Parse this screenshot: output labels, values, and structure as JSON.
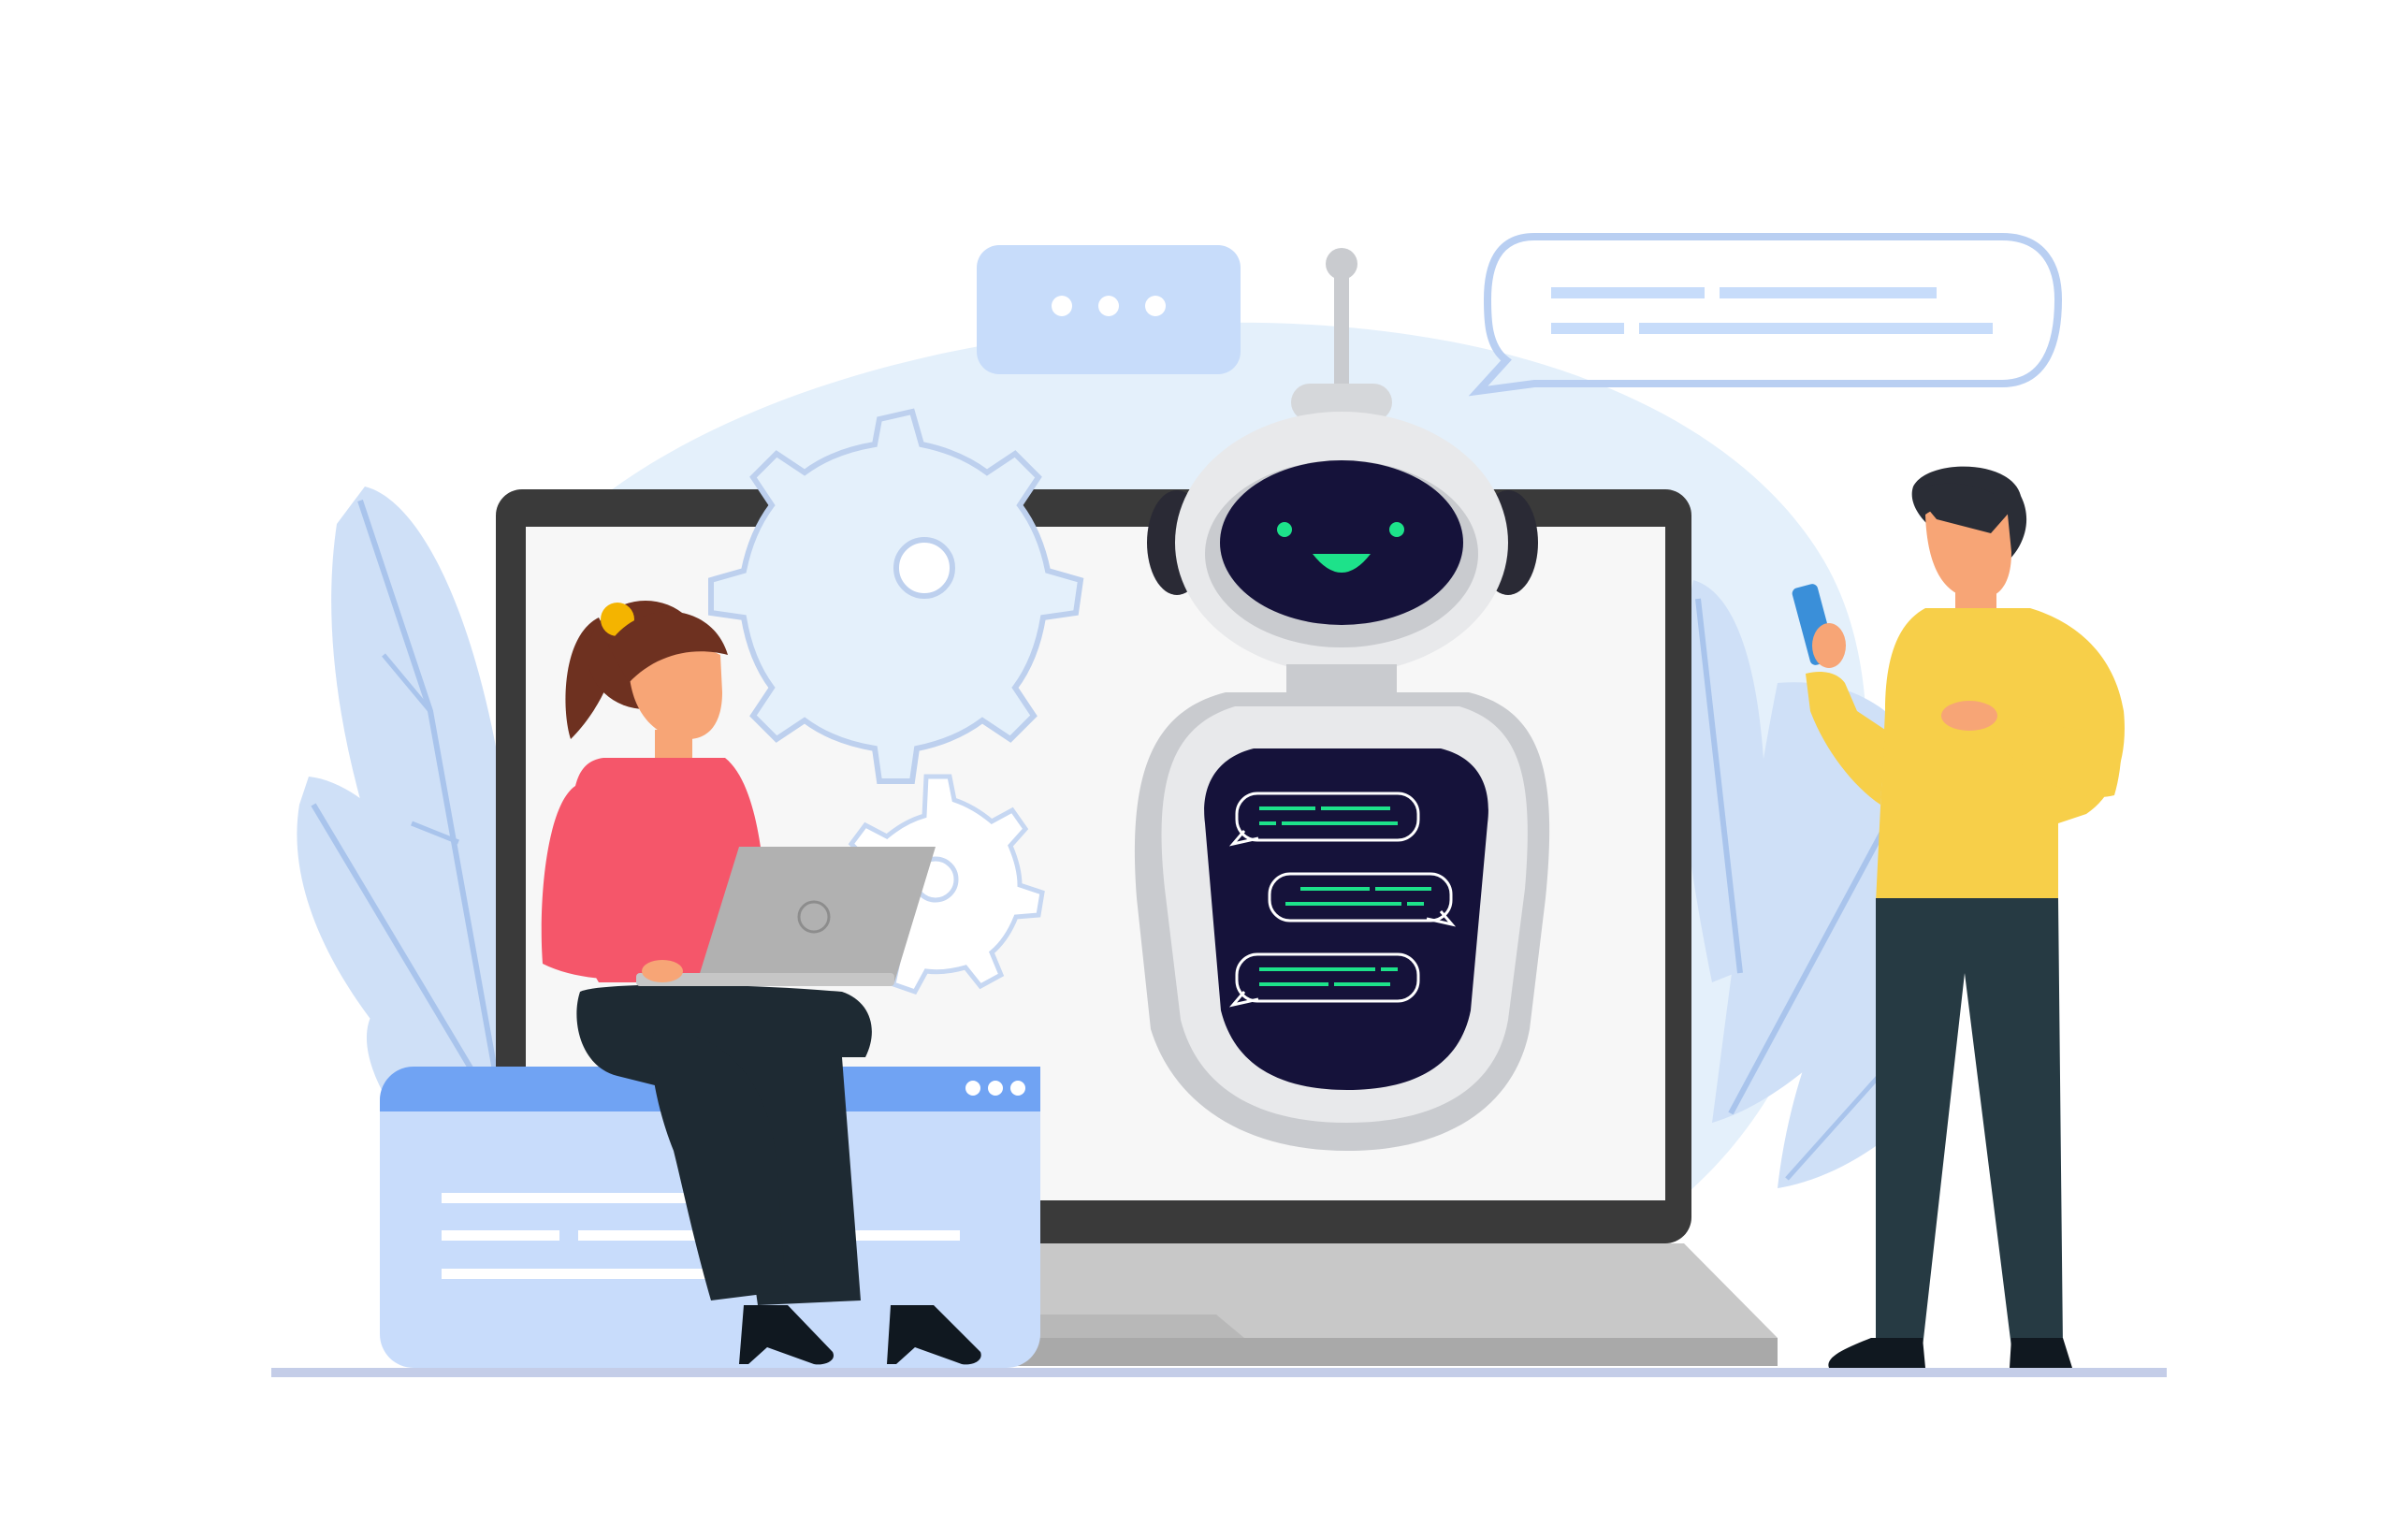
{
  "illustration": {
    "subject": "chatbot",
    "figures": [
      "woman-with-laptop",
      "robot",
      "man-with-phone"
    ]
  },
  "colors": {
    "background": "#ffffff",
    "background_blob": "#e4f0fb",
    "leaf": "#cfe0f7",
    "leaf_vein": "#a9c4ec",
    "laptop_frame": "#3a3a3a",
    "laptop_screen": "#f7f7f7",
    "laptop_base": "#c8c8c8",
    "robot_body": "#e8e9eb",
    "robot_shade": "#c9cbcf",
    "robot_screen": "#15123a",
    "robot_accent": "#1de28a",
    "bubble_fill": "#c7dcfa",
    "bubble_stroke": "#b9cff2",
    "window_bar": "#70a3f3",
    "window_body": "#c8dcfb",
    "woman_shirt": "#f5566a",
    "woman_hair": "#6e3120",
    "woman_pants": "#1e2a33",
    "man_shirt": "#f7cf49",
    "man_pants": "#263a43",
    "man_hair": "#2a2d36",
    "skin": "#f7a576",
    "phone": "#3a8fd9",
    "floor": "#c4cde8"
  },
  "icons": {
    "typing_bubble": "ellipsis-bubble-icon",
    "message_bubble": "text-bubble-icon",
    "gear_large": "gear-icon",
    "gear_small": "gear-icon",
    "window_controls": "three-dots-icon"
  }
}
